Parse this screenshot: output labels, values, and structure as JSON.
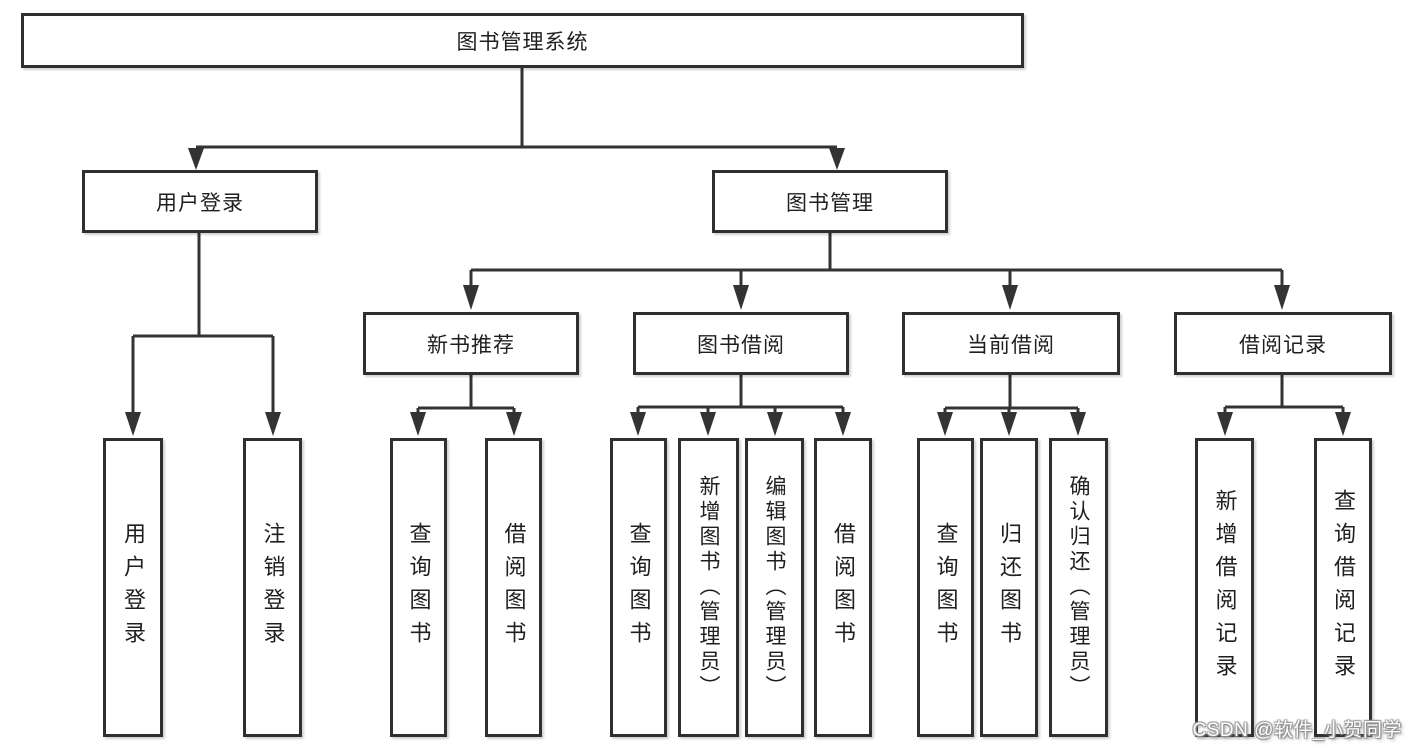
{
  "tree": {
    "label": "图书管理系统",
    "children": [
      {
        "label": "用户登录",
        "children": [
          {
            "label": "用户登录"
          },
          {
            "label": "注销登录"
          }
        ]
      },
      {
        "label": "图书管理",
        "children": [
          {
            "label": "新书推荐",
            "children": [
              {
                "label": "查询图书"
              },
              {
                "label": "借阅图书"
              }
            ]
          },
          {
            "label": "图书借阅",
            "children": [
              {
                "label": "查询图书"
              },
              {
                "label": "新增图书（管理员）"
              },
              {
                "label": "编辑图书（管理员）"
              },
              {
                "label": "借阅图书"
              }
            ]
          },
          {
            "label": "当前借阅",
            "children": [
              {
                "label": "查询图书"
              },
              {
                "label": "归还图书"
              },
              {
                "label": "确认归还（管理员）"
              }
            ]
          },
          {
            "label": "借阅记录",
            "children": [
              {
                "label": "新增借阅记录"
              },
              {
                "label": "查询借阅记录"
              }
            ]
          }
        ]
      }
    ]
  },
  "watermark": {
    "text": "CSDN @软件_小贺同学"
  },
  "colors": {
    "line": "#333333",
    "text": "#1f1f1f",
    "background": "#ffffff",
    "watermark_text": "#ffffff",
    "watermark_shadow": "#8a8a8a"
  }
}
